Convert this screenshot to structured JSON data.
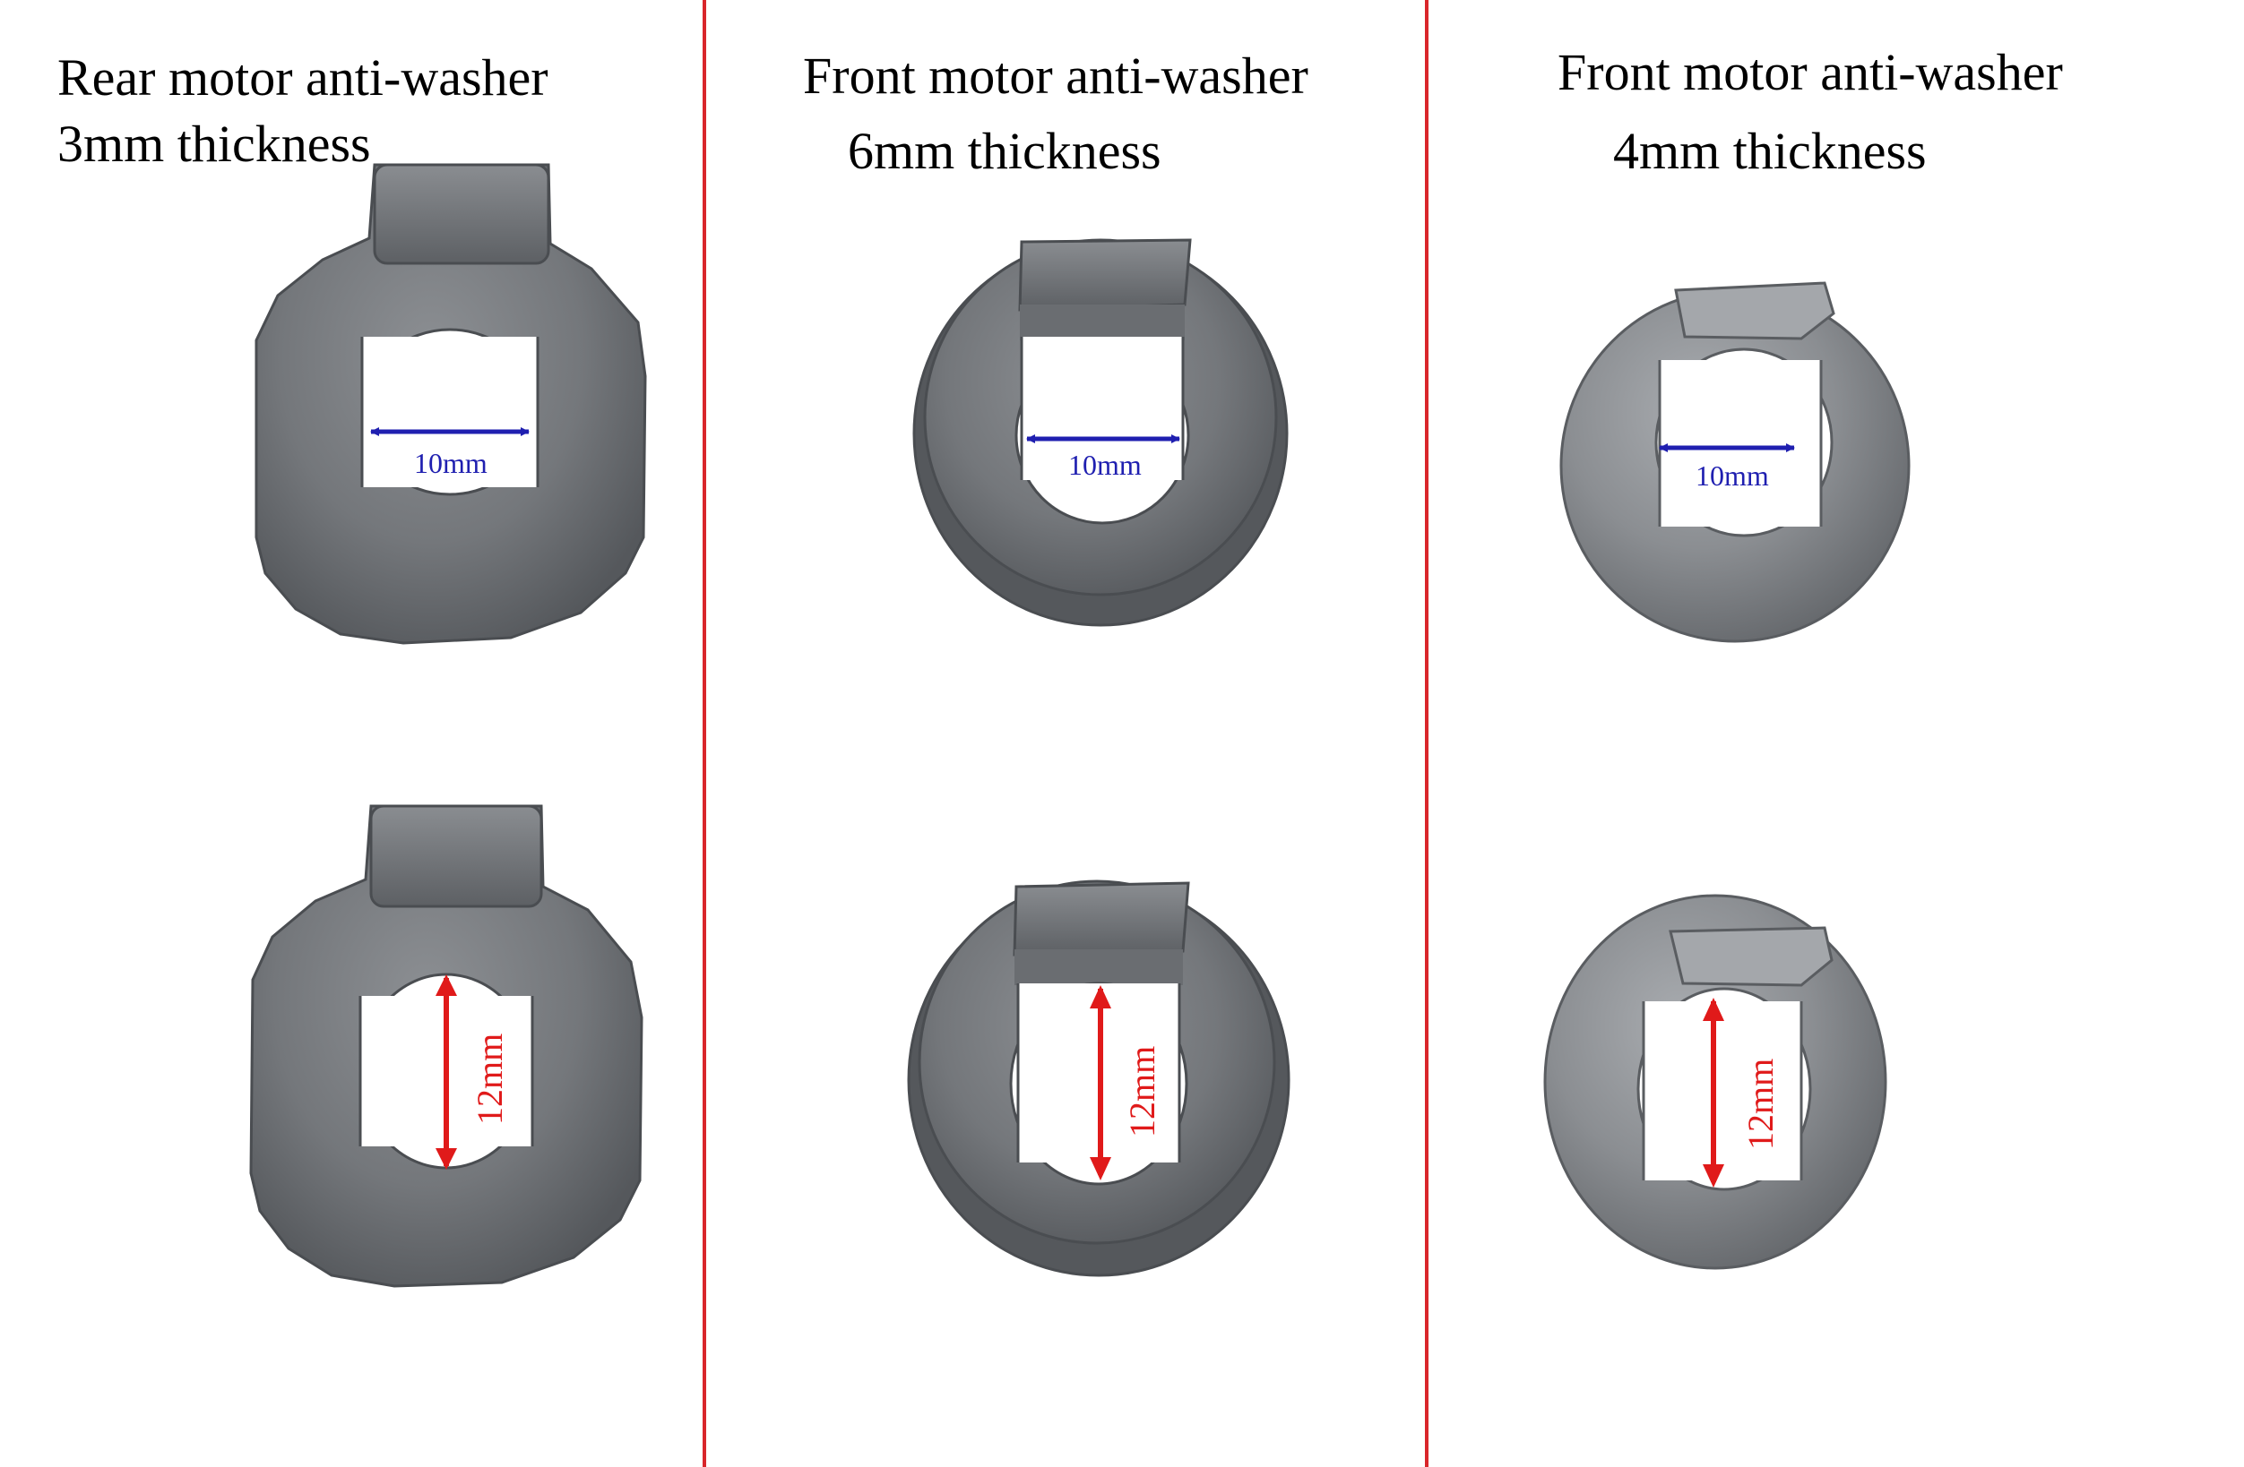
{
  "columns": [
    {
      "title_line1": "Rear motor anti-washer",
      "title_line2": "3mm thickness",
      "top_measure": "10mm",
      "bottom_measure": "12mm"
    },
    {
      "title_line1": "Front motor anti-washer",
      "title_line2": "6mm thickness",
      "top_measure": "10mm",
      "bottom_measure": "12mm"
    },
    {
      "title_line1": "Front motor anti-washer",
      "title_line2": "4mm thickness",
      "top_measure": "10mm",
      "bottom_measure": "12mm"
    }
  ],
  "colors": {
    "background": "#ffffff",
    "divider": "#d9262b",
    "text": "#000000",
    "width_arrow": "#1f1fb0",
    "height_arrow": "#e01a1a",
    "metal_dark": "#5b5e62",
    "metal_mid": "#7e8185",
    "metal_light": "#9a9da1"
  }
}
